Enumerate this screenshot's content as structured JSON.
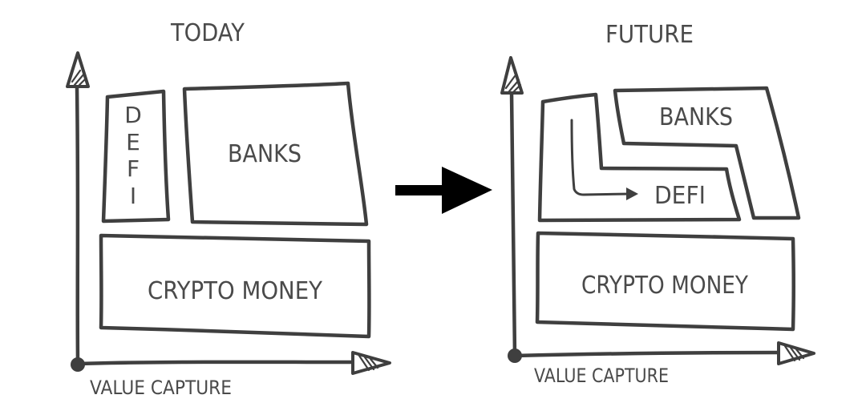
{
  "today": {
    "title": "TODAY",
    "defi_letters": [
      "D",
      "E",
      "F",
      "I"
    ],
    "banks_label": "BANKS",
    "crypto_money_label": "CRYPTO MONEY",
    "axis_label": "VALUE CAPTURE"
  },
  "future": {
    "title": "FUTURE",
    "banks_label": "BANKS",
    "defi_label": "DEFI",
    "crypto_money_label": "CRYPTO MONEY",
    "axis_label": "VALUE CAPTURE"
  },
  "colors": {
    "ink": "#3f3f3f",
    "arrow": "#000000",
    "background": "#ffffff"
  }
}
